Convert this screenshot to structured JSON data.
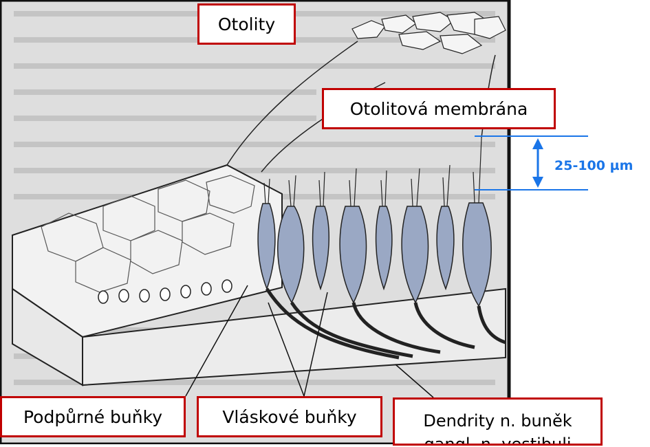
{
  "labels": {
    "otolity": "Otolity",
    "otolitova_membrana": "Otolitová membrána",
    "podpurne_bunky": "Podpůrné buňky",
    "vlaskove_bunky": "Vláskové buňky",
    "dendrity_line1": "Dendrity n. buněk",
    "dendrity_line2": "gangl. n. vestibuli"
  },
  "measurement": {
    "text": "25-100 µm"
  },
  "colors": {
    "label_border": "#c00000",
    "measure_blue": "#1a75e8",
    "hair_cell_fill": "#9aa8c4",
    "figure_background": "#dcdcdc"
  }
}
